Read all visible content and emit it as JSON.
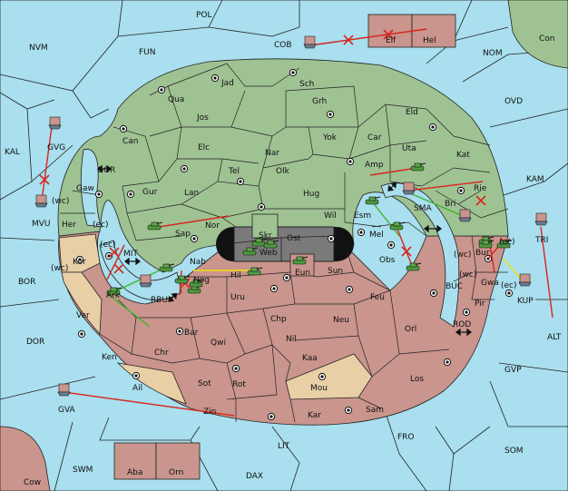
{
  "colors": {
    "sea": "#a9dfee",
    "green_power": "#9fc293",
    "red_power": "#c9958d",
    "neutral_land": "#e8cfa6",
    "order_move": "#d8261e",
    "order_support_green": "#3fb62d",
    "order_support_yellow": "#f2e012"
  },
  "provinces": {
    "POL": "POL",
    "NVM": "NVM",
    "FUN": "FUN",
    "COB": "COB",
    "Elf": "Elf",
    "Hel": "Hel",
    "Con": "Con",
    "NOM": "NOM",
    "OVD": "OVD",
    "KAL": "KAL",
    "GVG": "GVG",
    "GOR": "GOR",
    "KAM": "KAM",
    "MVU": "MVU",
    "wc1": "(wc)",
    "Jad": "Jad",
    "Sch": "Sch",
    "Qua": "Qua",
    "Grh": "Grh",
    "Jos": "Jos",
    "Eld": "Eld",
    "Can": "Can",
    "Yok": "Yok",
    "Car": "Car",
    "Elc": "Elc",
    "Nar": "Nar",
    "Uta": "Uta",
    "Kat": "Kat",
    "Amp": "Amp",
    "Tel": "Tel",
    "Olk": "Olk",
    "Rie": "Rie",
    "Gaw": "Gaw",
    "Gur": "Gur",
    "Lan": "Lan",
    "Hug": "Hug",
    "SMA": "SMA",
    "Bri": "Bri",
    "Esm": "Esm",
    "Wil": "Wil",
    "Her": "Her",
    "ec1": "(ec)",
    "Sap": "Sap",
    "Nor": "Nor",
    "Skr": "Skr",
    "Ost": "Ost",
    "Mel": "Mel",
    "TRI": "TRI",
    "ec2": "(ec)",
    "MIT": "MIT",
    "Web": "Web",
    "wc2": "(wc)",
    "Bur": "Bur",
    "ec3": "(ec)",
    "Kor": "Kor",
    "wc3": "(wc)",
    "Nab": "Nab",
    "Eun": "Eun",
    "Sun": "Sun",
    "Obs": "Obs",
    "BOR": "BOR",
    "Hil": "Hil",
    "Nog": "Nog",
    "wc4": "(wc)",
    "Gwa": "Gwa",
    "BUC": "BUC",
    "ec4": "(ec)",
    "KUP": "KUP",
    "Ark": "Ark",
    "RBU": "RBU",
    "Uru": "Uru",
    "Feu": "Feu",
    "Pir": "Pir",
    "Ver": "Ver",
    "Chp": "Chp",
    "Neu": "Neu",
    "DOR": "DOR",
    "Bar": "Bar",
    "Nil": "Nil",
    "Orl": "Orl",
    "ROD": "ROD",
    "ALT": "ALT",
    "Qwi": "Qwi",
    "Ken": "Ken",
    "Chr": "Chr",
    "Kaa": "Kaa",
    "GVP": "GVP",
    "Sot": "Sot",
    "Rot": "Rot",
    "Los": "Los",
    "Ail": "Ail",
    "Mou": "Mou",
    "GVA": "GVA",
    "Sam": "Sam",
    "Zin": "Zin",
    "Kar": "Kar",
    "FRO": "FRO",
    "LIT": "LIT",
    "SOM": "SOM",
    "SWM": "SWM",
    "Aba": "Aba",
    "Orn": "Orn",
    "DAX": "DAX",
    "Cow": "Cow"
  },
  "icons": {
    "army": "tank-icon",
    "fleet": "ship-icon",
    "supply_center": "supply-center-icon",
    "failed_order": "x-mark-icon",
    "convoy_link": "double-arrow-icon"
  }
}
